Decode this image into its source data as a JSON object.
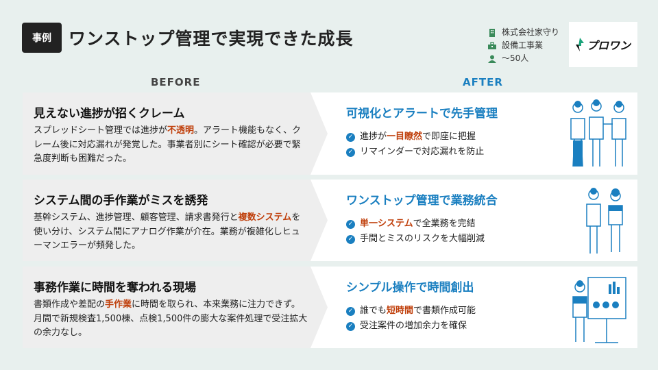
{
  "header": {
    "badge": "事例",
    "title": "ワンストップ管理で実現できた成長"
  },
  "company": {
    "name": "株式会社家守り",
    "industry": "設備工事業",
    "size": "〜50人",
    "logo_text": "プロワン"
  },
  "columns": {
    "before": "BEFORE",
    "after": "AFTER"
  },
  "colors": {
    "accent": "#1a7fc0",
    "highlight": "#c0400c",
    "icon": "#3a8a5a"
  },
  "cards": [
    {
      "before_title": "見えない進捗が招くクレーム",
      "before_pre": "スプレッドシート管理では進捗が",
      "before_hl": "不透明",
      "before_post": "。アラート機能もなく、クレーム後に対応漏れが発覚した。事業者別にシート確認が必要で緊急度判断も困難だった。",
      "after_title": "可視化とアラートで先手管理",
      "items": [
        {
          "pre": "進捗が",
          "hl": "一目瞭然",
          "post": "で即座に把握"
        },
        {
          "pre": "リマインダーで対応漏れを防止",
          "hl": "",
          "post": ""
        }
      ]
    },
    {
      "before_title": "システム間の手作業がミスを誘発",
      "before_pre": "基幹システム、進捗管理、顧客管理、請求書発行と",
      "before_hl": "複数システム",
      "before_post": "を使い分け、システム間にアナログ作業が介在。業務が複雑化しヒューマンエラーが頻発した。",
      "after_title": "ワンストップ管理で業務統合",
      "items": [
        {
          "pre": "",
          "hl": "単一システム",
          "post": "で全業務を完結"
        },
        {
          "pre": "手間とミスのリスクを大幅削減",
          "hl": "",
          "post": ""
        }
      ]
    },
    {
      "before_title": "事務作業に時間を奪われる現場",
      "before_pre": "書類作成や差配の",
      "before_hl": "手作業",
      "before_post": "に時間を取られ、本来業務に注力できず。月間で新規検査1,500棟、点検1,500件の膨大な案件処理で受注拡大の余力なし。",
      "after_title": "シンプル操作で時間創出",
      "items": [
        {
          "pre": "誰でも",
          "hl": "短時間",
          "post": "で書類作成可能"
        },
        {
          "pre": "受注案件の増加余力を確保",
          "hl": "",
          "post": ""
        }
      ]
    }
  ]
}
